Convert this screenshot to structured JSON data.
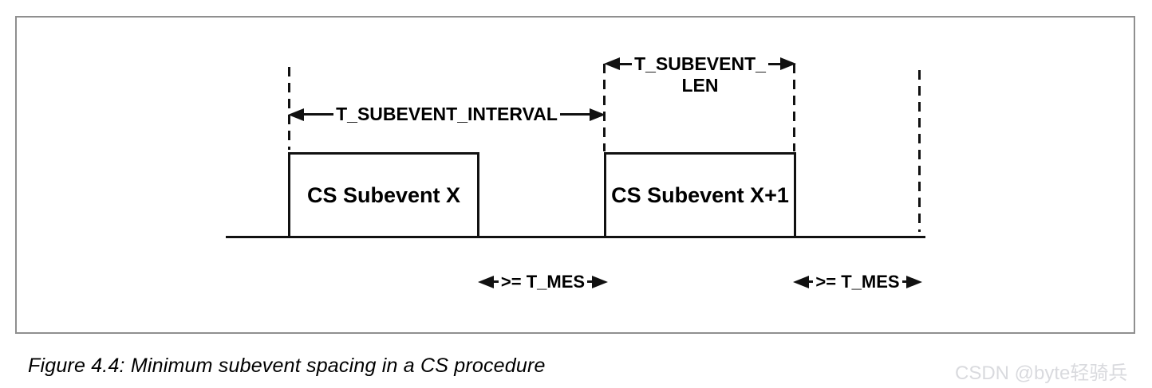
{
  "figure": {
    "caption": "Figure 4.4: Minimum subevent spacing in a CS procedure",
    "watermark": "CSDN @byte轻骑兵"
  },
  "diagram": {
    "boxes": [
      {
        "label": "CS Subevent X"
      },
      {
        "label": "CS Subevent X+1"
      }
    ],
    "labels": {
      "subevent_interval": "T_SUBEVENT_INTERVAL",
      "subevent_len_line1": "T_SUBEVENT_",
      "subevent_len_line2": "LEN",
      "t_mes_left": ">= T_MES",
      "t_mes_right": ">= T_MES"
    },
    "colors": {
      "line": "#111111",
      "frame_border": "#8f8f8f",
      "watermark": "#d9dade"
    }
  }
}
